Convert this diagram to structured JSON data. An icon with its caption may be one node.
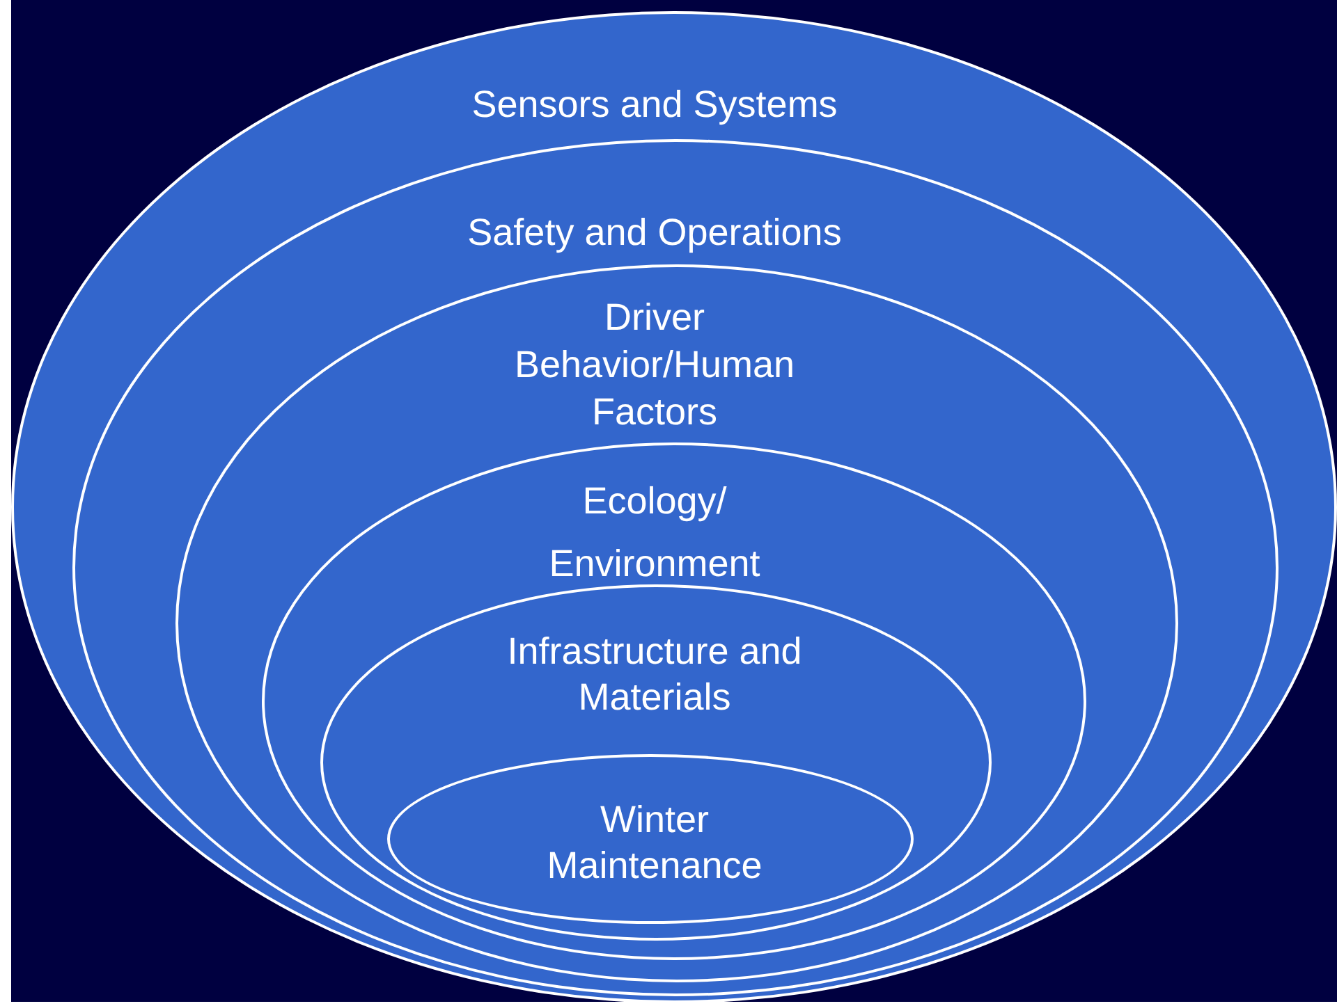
{
  "diagram": {
    "nodes": [
      {
        "text": [
          "Sensors and Systems"
        ]
      },
      {
        "text": [
          "Safety and Operations"
        ],
        "in": 0
      },
      {
        "text": [
          "Driver Behavior/Human Factors"
        ],
        "in": 1
      },
      {
        "text": [
          "Ecology/ Environment"
        ],
        "in": 2
      },
      {
        "text": [
          "Infrastructure and Materials"
        ],
        "in": 3
      },
      {
        "text": [
          "Winter Maintenance"
        ],
        "in": 4
      }
    ]
  }
}
